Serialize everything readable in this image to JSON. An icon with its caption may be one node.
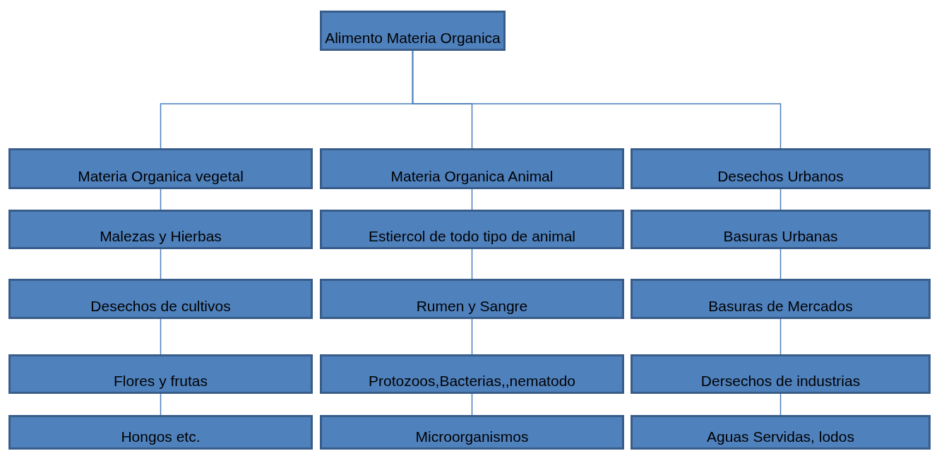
{
  "diagram": {
    "nodes": [
      {
        "text": [
          "Alimento Materia Organica"
        ]
      },
      {
        "text": [
          "Materia Organica vegetal"
        ]
      },
      {
        "text": [
          "Materia Organica Animal"
        ]
      },
      {
        "text": [
          "Desechos Urbanos"
        ]
      },
      {
        "text": [
          "Malezas y Hierbas"
        ]
      },
      {
        "text": [
          "Estiercol de todo tipo de animal"
        ]
      },
      {
        "text": [
          "Basuras Urbanas"
        ]
      },
      {
        "text": [
          "Desechos de cultivos"
        ]
      },
      {
        "text": [
          "Rumen y Sangre"
        ]
      },
      {
        "text": [
          "Basuras de Mercados"
        ]
      },
      {
        "text": [
          "Flores y frutas"
        ]
      },
      {
        "text": [
          "Protozoos,Bacterias,,nematodo"
        ]
      },
      {
        "text": [
          "Dersechos de industrias"
        ]
      },
      {
        "text": [
          "Hongos etc."
        ]
      },
      {
        "text": [
          "Microorganismos"
        ]
      },
      {
        "text": [
          "Aguas Servidas, lodos"
        ]
      }
    ],
    "edges": [
      {
        "from": 0,
        "to": 1,
        "arrow": "none"
      },
      {
        "from": 0,
        "to": 2,
        "arrow": "none"
      },
      {
        "from": 0,
        "to": 3,
        "arrow": "none"
      },
      {
        "from": 1,
        "to": 4,
        "arrow": "none"
      },
      {
        "from": 4,
        "to": 7,
        "arrow": "none"
      },
      {
        "from": 7,
        "to": 10,
        "arrow": "none"
      },
      {
        "from": 10,
        "to": 13,
        "arrow": "none"
      },
      {
        "from": 2,
        "to": 5,
        "arrow": "none"
      },
      {
        "from": 5,
        "to": 8,
        "arrow": "none"
      },
      {
        "from": 8,
        "to": 11,
        "arrow": "none"
      },
      {
        "from": 11,
        "to": 14,
        "arrow": "none"
      },
      {
        "from": 3,
        "to": 6,
        "arrow": "none"
      },
      {
        "from": 6,
        "to": 9,
        "arrow": "none"
      },
      {
        "from": 9,
        "to": 12,
        "arrow": "none"
      },
      {
        "from": 12,
        "to": 15,
        "arrow": "none"
      }
    ]
  }
}
